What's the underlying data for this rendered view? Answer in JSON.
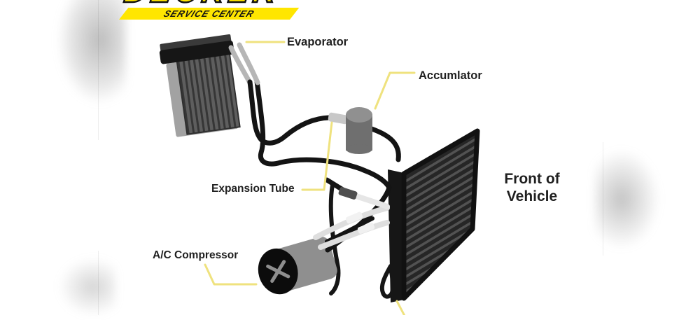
{
  "logo": {
    "brand": "DECKER",
    "banner": "SERVICE CENTER"
  },
  "labels": {
    "evaporator": "Evaporator",
    "accumulator": "Accumlator",
    "expansion_tube": "Expansion Tube",
    "compressor": "A/C Compressor",
    "front_of_vehicle": {
      "line1": "Front of",
      "line2": "Vehicle"
    }
  },
  "colors": {
    "pointer_yellow": "#efe27e",
    "logo_yellow": "#ffe600",
    "label_text": "#1f1f1f",
    "tube_black": "#141414",
    "tube_gray": "#b6b6b6",
    "hose_white": "#dedede"
  }
}
